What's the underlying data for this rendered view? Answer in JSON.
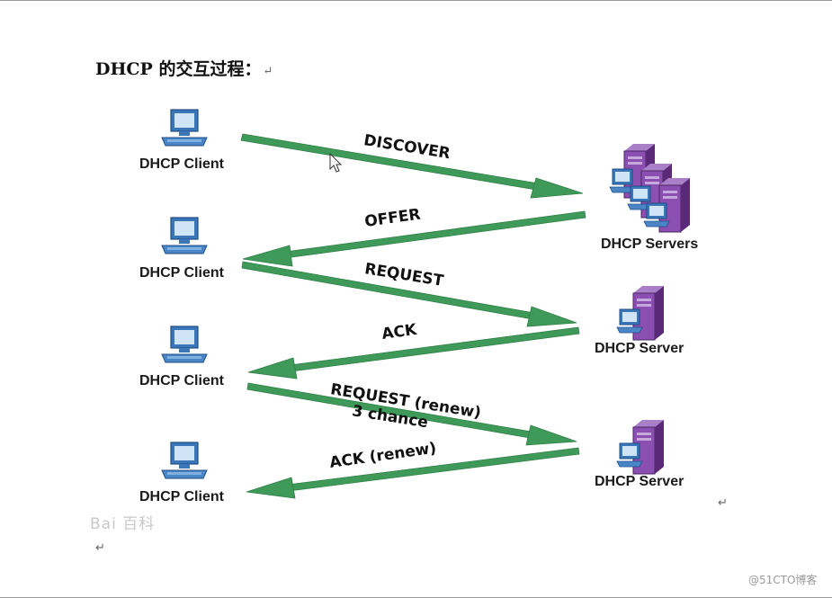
{
  "title": "DHCP 的交互过程：",
  "paragraph_mark": "↵",
  "clients": [
    {
      "label": "DHCP Client"
    },
    {
      "label": "DHCP Client"
    },
    {
      "label": "DHCP Client"
    },
    {
      "label": "DHCP Client"
    }
  ],
  "servers": [
    {
      "label": "DHCP Servers"
    },
    {
      "label": "DHCP Server"
    },
    {
      "label": "DHCP Server"
    }
  ],
  "messages": {
    "discover": "DISCOVER",
    "offer": "OFFER",
    "request": "REQUEST",
    "ack": "ACK",
    "request_renew": "REQUEST (renew)",
    "chance": "3 chance",
    "ack_renew": "ACK (renew)"
  },
  "watermarks": {
    "left": "Bai 百科",
    "right": "@51CTO博客"
  },
  "colors": {
    "arrow": "#3f9a5a",
    "arrow_dark": "#2f7f47",
    "monitor": "#4a86c5",
    "server": "#7b3f9a"
  }
}
